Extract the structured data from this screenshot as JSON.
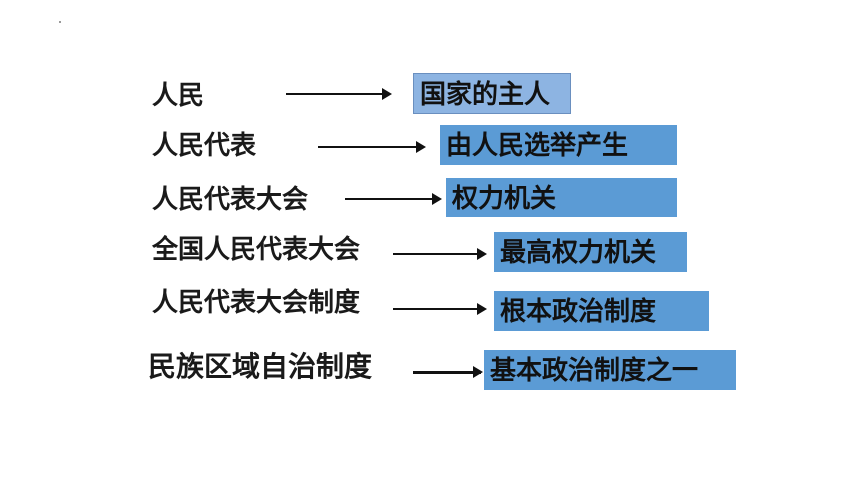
{
  "rows": [
    {
      "term": "人民",
      "result": "国家的主人"
    },
    {
      "term": "人民代表",
      "result": "由人民选举产生"
    },
    {
      "term": "人民代表大会",
      "result": "权力机关"
    },
    {
      "term": "全国人民代表大会",
      "result": "最高权力机关"
    },
    {
      "term": "人民代表大会制度",
      "result": "根本政治制度"
    },
    {
      "term": "民族区域自治制度",
      "result": "基本政治制度之一"
    }
  ]
}
